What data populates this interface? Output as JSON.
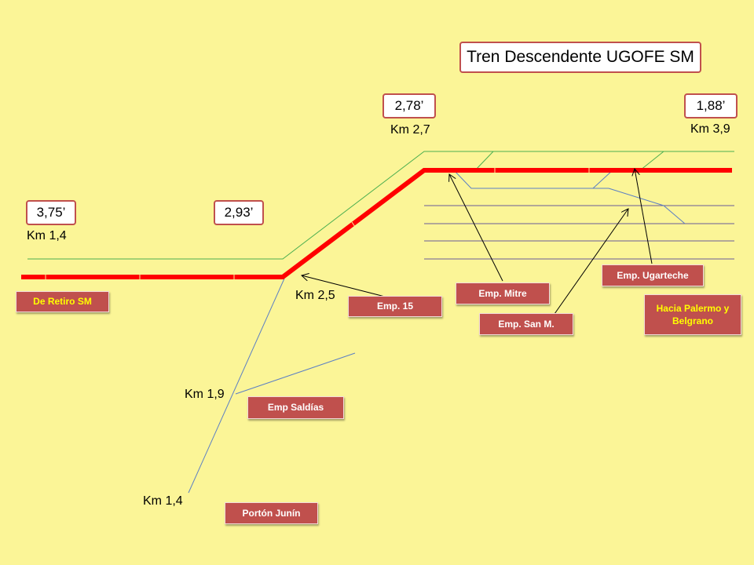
{
  "title": "Tren Descendente UGOFE SM",
  "times": {
    "t1": "3,75’",
    "t2": "2,93’",
    "t3": "2,78’",
    "t4": "1,88’"
  },
  "km_labels": {
    "km_1_4_left": "Km 1,4",
    "km_2_5": "Km 2,5",
    "km_2_7": "Km 2,7",
    "km_3_9": "Km 3,9",
    "km_1_9": "Km 1,9",
    "km_1_4_bottom": "Km 1,4"
  },
  "labels": {
    "de_retiro": "De Retiro SM",
    "emp_15": "Emp. 15",
    "emp_mitre": "Emp. Mitre",
    "emp_san_m": "Emp. San M.",
    "emp_ugarteche": "Emp. Ugarteche",
    "hacia_palermo": "Hacia Palermo y Belgrano",
    "emp_saldias": "Emp Saldías",
    "porton_junin": "Portón Junín"
  },
  "colors": {
    "background": "#fbf597",
    "route": "#ff0000",
    "green_track": "#4caf50",
    "blue_track": "#5b7fc4",
    "purple_track": "#6a5a9a",
    "box_border": "#c0504d",
    "label_fill": "#c0504d"
  }
}
